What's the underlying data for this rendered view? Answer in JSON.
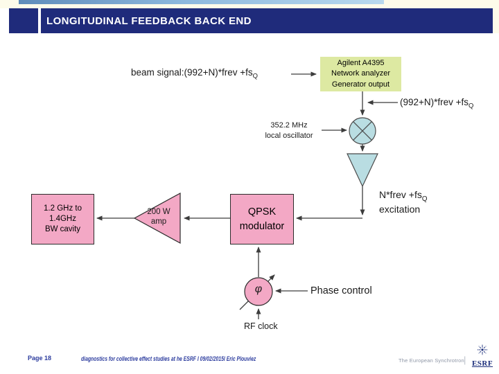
{
  "title_bar": {
    "title": "LONGITUDINAL FEEDBACK BACK END"
  },
  "diagram": {
    "beam_signal": {
      "text": "beam signal:(992+N)*frev +fs",
      "sub": "Q"
    },
    "agilent": {
      "lines": [
        "Agilent A4395",
        "Network analyzer",
        "Generator output"
      ]
    },
    "injected_freq": {
      "text": "(992+N)*frev +fs",
      "sub": "Q"
    },
    "local_oscillator": {
      "lines": [
        "352.2 MHz",
        "local oscillator"
      ]
    },
    "excitation": {
      "line1": "N*frev +fs",
      "sub": "Q",
      "line2": "excitation"
    },
    "qpsk": {
      "lines": [
        "QPSK",
        "modulator"
      ]
    },
    "amp": {
      "lines": [
        "200 W",
        "amp"
      ]
    },
    "cavity": {
      "lines": [
        "1.2 GHz to",
        "1.4GHz",
        "BW cavity"
      ]
    },
    "phase_control": "Phase control",
    "rf_clock": "RF clock",
    "phi": "φ"
  },
  "footer": {
    "page": "Page 18",
    "credit": "diagnostics for collective effect studies at he ESRF l 09/02/2015l Eric Plouviez",
    "synchrotron": "The European Synchrotron",
    "logo_text": "ESRF"
  },
  "colors": {
    "title_navy": "#1f2b7b",
    "shape_pink": "#f3a8c5",
    "shape_blue": "#b9dde2",
    "agilent_green": "#dde9a2",
    "footer_blue": "#2c3c9e",
    "line": "#3c3c3c"
  }
}
